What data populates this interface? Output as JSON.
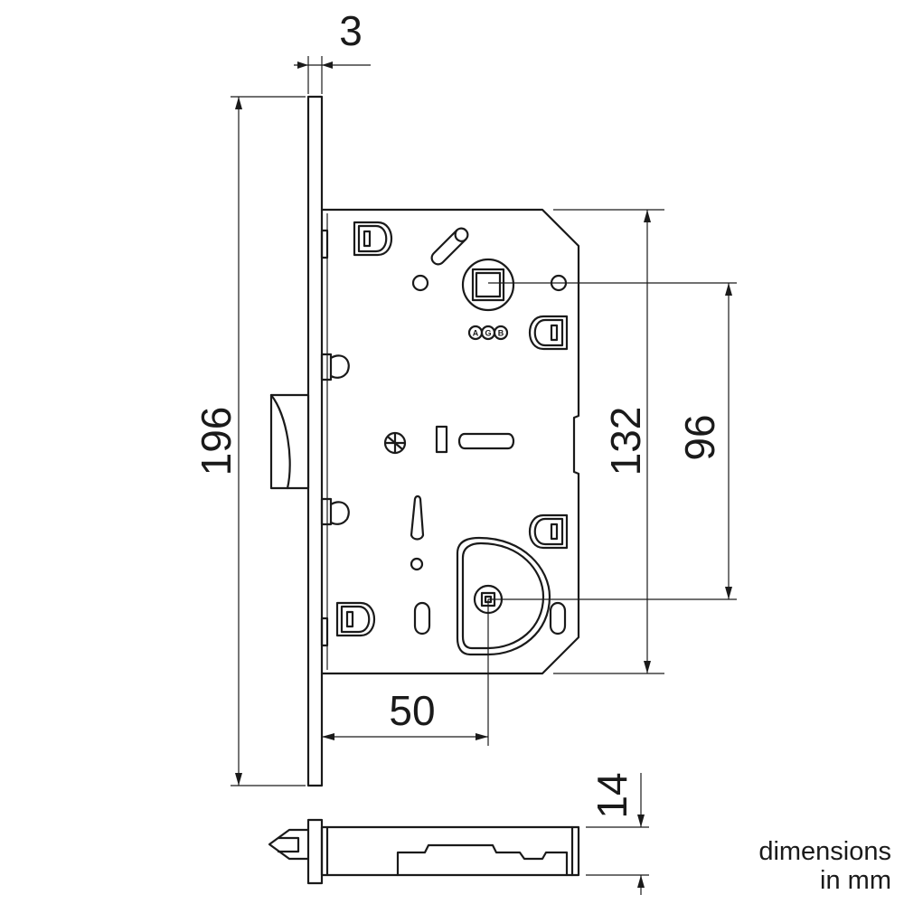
{
  "diagram": {
    "dimensions": {
      "faceplate_thickness": "3",
      "faceplate_height": "196",
      "case_height": "132",
      "spindle_to_keyhole": "96",
      "backset": "50",
      "case_depth": "14"
    },
    "logo_letters": [
      "A",
      "G",
      "B"
    ],
    "note_line1": "dimensions",
    "note_line2": "in mm"
  }
}
